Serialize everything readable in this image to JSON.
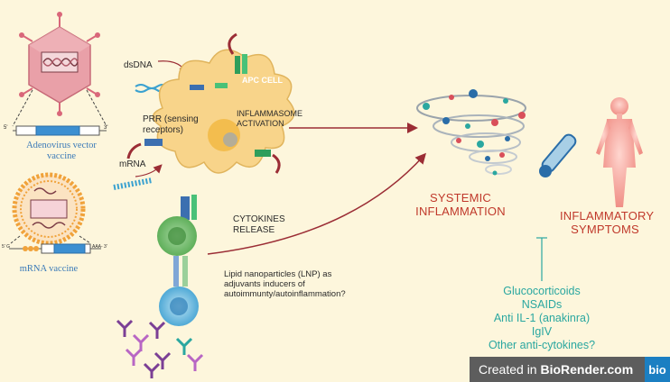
{
  "labels": {
    "dsdna": "dsDNA",
    "apc": "APC CELL",
    "prr": "PRR (sensing receptors)",
    "inflammasome": "INFLAMMASOME ACTIVATION",
    "adenovirus": "Adenovirus vector vaccine",
    "mrna": "mRNA",
    "mrna_vaccine": "mRNA vaccine",
    "cytokines": "CYTOKINES RELEASE",
    "lnp": "Lipid nanoparticles (LNP) as adjuvants inducers of autoimmunty/autoinflammation?",
    "systemic": "SYSTEMIC INFLAMMATION",
    "symptoms": "INFLAMMATORY SYMPTOMS",
    "gene_left_5": "5'",
    "gene_left_3": "3'",
    "mrna_5": "5' G",
    "mrna_aaa": "AAA- 3'"
  },
  "treatments": [
    "Glucocorticoids",
    "NSAIDs",
    "Anti IL-1 (anakinra)",
    "IgIV",
    "Other anti-cytokines?"
  ],
  "badge": {
    "prefix": "Created in ",
    "brand": "BioRender.com",
    "logo": "bio"
  },
  "icons": [
    "adenovirus-icon",
    "lipid-nanoparticle-icon",
    "dendritic-cell-icon",
    "t-cell-icon",
    "b-cell-icon",
    "antibody-icon",
    "cytokine-tornado-icon",
    "thermometer-icon",
    "human-body-icon"
  ],
  "colors": {
    "cell": "#f8d48a",
    "red_text": "#c0392b",
    "teal_text": "#2aa7a0",
    "blue_text": "#3a7ab8",
    "arrow": "#9b2d35"
  }
}
